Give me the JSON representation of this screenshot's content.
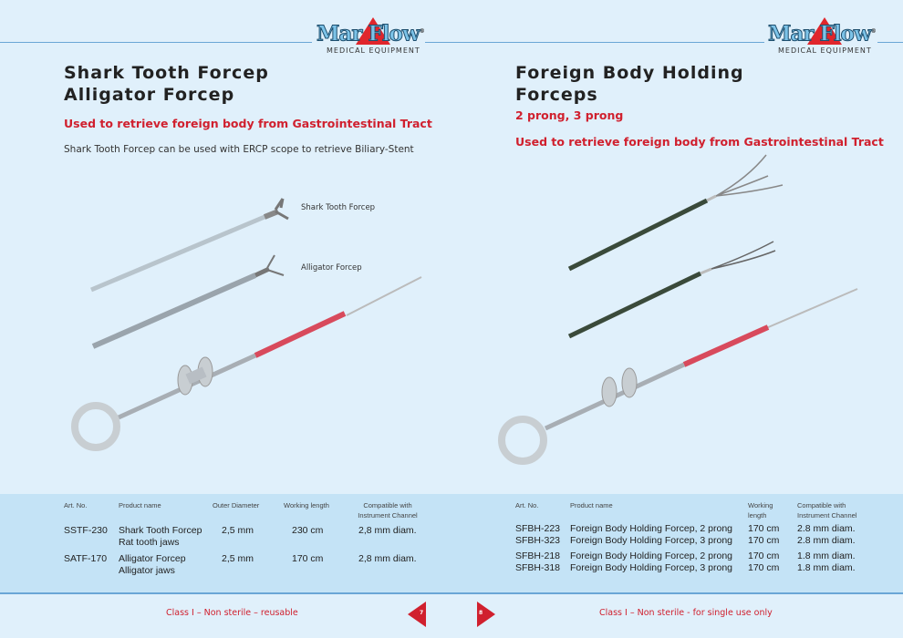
{
  "logo": {
    "brand": "MarFlow",
    "tagline": "MEDICAL EQUIPMENT"
  },
  "left": {
    "title_line1": "Shark Tooth Forcep",
    "title_line2": "Alligator Forcep",
    "subtitle": "Used to retrieve foreign body from Gastrointestinal Tract",
    "description": "Shark Tooth Forcep can be used with ERCP scope to retrieve Biliary-Stent",
    "captions": [
      "Shark Tooth Forcep",
      "Alligator Forcep"
    ],
    "table": {
      "headers": [
        "Art. No.",
        "Product name",
        "Outer Diameter",
        "Working length",
        "Compatible with Instrument Channel"
      ],
      "rows": [
        [
          "SSTF-230",
          "Shark Tooth Forcep",
          "Rat tooth jaws",
          "2,5 mm",
          "230 cm",
          "2,8 mm diam."
        ],
        [
          "SATF-170",
          "Alligator Forcep",
          "Alligator jaws",
          "2,5 mm",
          "170 cm",
          "2,8 mm diam."
        ]
      ]
    },
    "footer": "Class I – Non sterile – reusable",
    "page": "7"
  },
  "right": {
    "title_line1": "Foreign Body Holding",
    "title_line2": "Forceps",
    "prongs": "2 prong, 3 prong",
    "subtitle": "Used to retrieve foreign body from Gastrointestinal Tract",
    "table": {
      "headers": [
        "Art. No.",
        "Product name",
        "Working length",
        "Compatible with Instrument Channel"
      ],
      "rows": [
        [
          "SFBH-223",
          "Foreign Body Holding Forcep, 2 prong",
          "170 cm",
          "2.8 mm diam."
        ],
        [
          "SFBH-323",
          "Foreign Body Holding Forcep, 3 prong",
          "170 cm",
          "2.8 mm diam."
        ],
        [
          "SFBH-218",
          "Foreign Body Holding Forcep, 2 prong",
          "170 cm",
          "1.8 mm diam."
        ],
        [
          "SFBH-318",
          "Foreign Body Holding Forcep, 3 prong",
          "170 cm",
          "1.8 mm diam."
        ]
      ]
    },
    "footer": "Class I – Non sterile - for single use only",
    "page": "8"
  },
  "colors": {
    "accent": "#d0202e",
    "band": "#c4e3f6",
    "bg": "#e0f0fb"
  }
}
